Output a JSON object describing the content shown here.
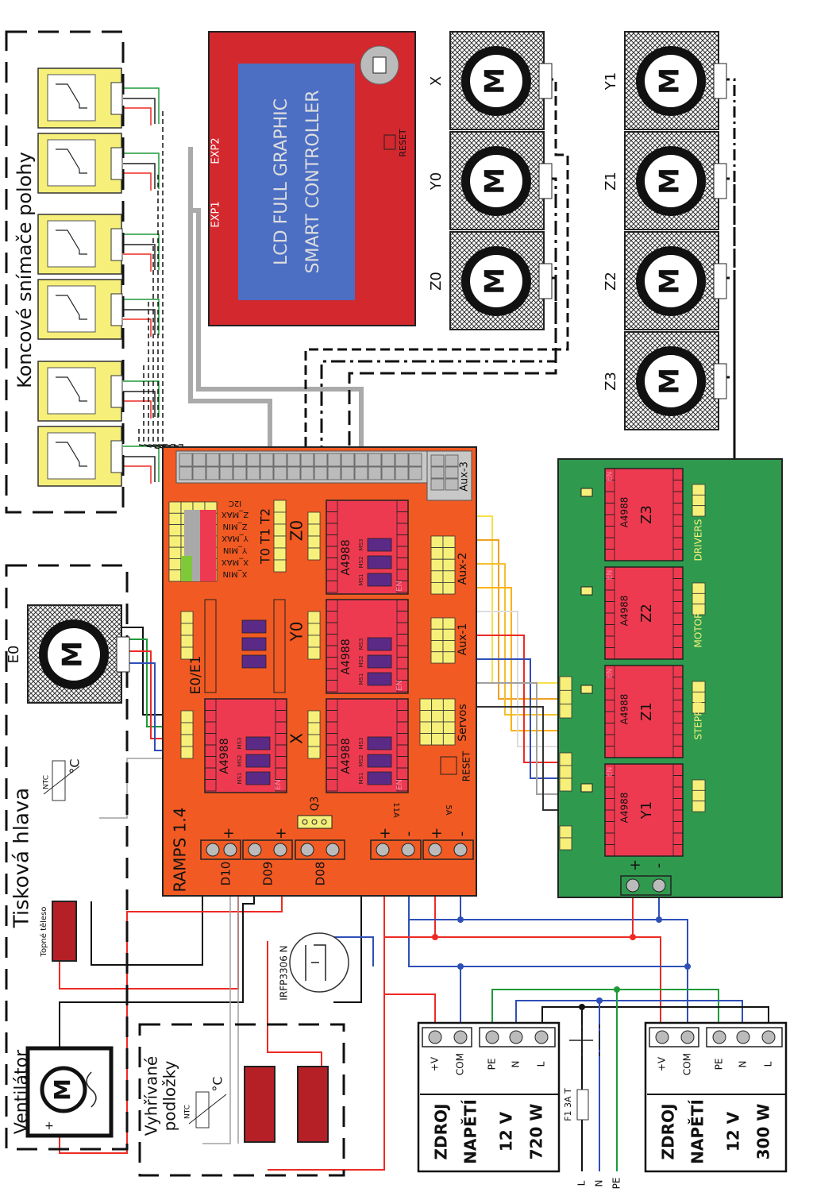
{
  "colors": {
    "ramps": "#f15a22",
    "driver": "#ee3a50",
    "header": "#f6f07a",
    "jumper": "#5b2a86",
    "drivers_board": "#2f9a4e",
    "lcd_frame": "#d3282e",
    "lcd_screen": "#4c6fc4",
    "wire_red": "#ee2a24",
    "wire_blue": "#2f4fb8",
    "wire_green": "#1f9a3a",
    "wire_gray": "#a0a0a0",
    "heater": "#b51f26"
  },
  "endstops": {
    "title": "Koncové snímače polohy",
    "count": 6
  },
  "lcd": {
    "line1": "LCD FULL GRAPHIC",
    "line2": "SMART CONTROLLER",
    "exp1": "EXP1",
    "exp2": "EXP2",
    "reset": "RESET"
  },
  "motor_glyph": "M",
  "motors_left": [
    {
      "label": "X"
    },
    {
      "label": "Y0"
    },
    {
      "label": "Z0"
    }
  ],
  "motors_right": [
    {
      "label": "Y1"
    },
    {
      "label": "Z1"
    },
    {
      "label": "Z2"
    },
    {
      "label": "Z3"
    }
  ],
  "printhead": {
    "title": "Tisková hlava",
    "motor_label": "E0",
    "ntc": "NTC",
    "deg": "°C",
    "heater": "Topné těleso"
  },
  "fan": {
    "title": "Ventilátor",
    "plus": "+"
  },
  "bed": {
    "title_line1": "Vyhřívané",
    "title_line2": "podložky",
    "ntc": "NTC",
    "deg": "°C"
  },
  "mosfet": {
    "label": "IRFP3306 N"
  },
  "ramps": {
    "title": "RAMPS 1.4",
    "d10": "D10",
    "d09": "D09",
    "d08": "D08",
    "q3": "Q3",
    "a11": "11A",
    "a5": "5A",
    "plus": "+",
    "minus": "-",
    "e0e1": "E0/E1",
    "x": "X",
    "y0": "Y0",
    "z0": "Z0",
    "t": "T0 T1 T2",
    "endstop_pins": [
      "X_MIN",
      "X_MAX",
      "Y_MIN",
      "Y_MAX",
      "Z_MIN",
      "Z_MAX"
    ],
    "i2c": "I2C",
    "aux1": "Aux-1",
    "aux2": "Aux-2",
    "aux3": "Aux-3",
    "servos": "Servos",
    "reset": "RESET",
    "driver_chip": "A4988",
    "ms": [
      "MS1",
      "MS2",
      "MS3"
    ],
    "en": "EN"
  },
  "drivers_board": {
    "caption": [
      "STEPPER",
      "MOTOR",
      "DRIVERS"
    ],
    "drivers": [
      {
        "label": "Z3"
      },
      {
        "label": "Z2"
      },
      {
        "label": "Z1"
      },
      {
        "label": "Y1"
      }
    ],
    "chip": "A4988",
    "en": "EN",
    "plus": "+",
    "minus": "-"
  },
  "psu": [
    {
      "line1": "ZDROJ",
      "line2": "NAPĚTÍ",
      "voltage": "12 V",
      "power": "720 W"
    },
    {
      "line1": "ZDROJ",
      "line2": "NAPĚTÍ",
      "voltage": "12 V",
      "power": "300 W"
    }
  ],
  "psu_terminals": [
    "+V",
    "COM",
    "PE",
    "N",
    "L"
  ],
  "mains": {
    "fuse": "F1 3A T",
    "l": "L",
    "n": "N",
    "pe": "PE"
  }
}
